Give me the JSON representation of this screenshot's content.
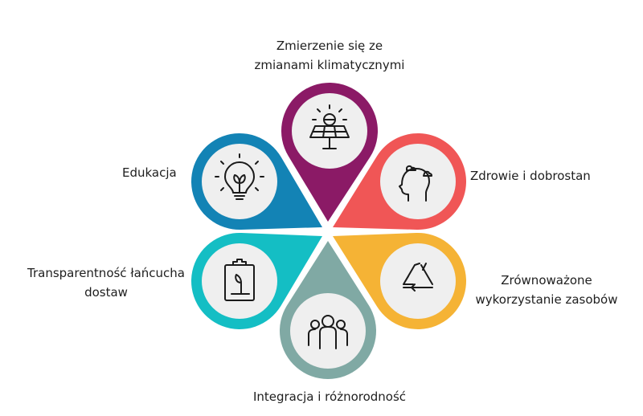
{
  "items": [
    {
      "id": "climate",
      "label_line1": "Zmierzenie się ze",
      "label_line2": "zmianami klimatycznymi",
      "color": "#8B1A66",
      "icon": "solar-panel-icon"
    },
    {
      "id": "health",
      "label_line1": "Zdrowie i dobrostan",
      "color": "#F05656",
      "icon": "head-mind-icon"
    },
    {
      "id": "resources",
      "label_line1": "Zrównoważone",
      "label_line2": "wykorzystanie zasobów",
      "color": "#F5B335",
      "icon": "recycle-icon"
    },
    {
      "id": "inclusion",
      "label_line1": "Integracja i różnorodność",
      "color": "#80A9A4",
      "icon": "people-group-icon"
    },
    {
      "id": "supply",
      "label_line1": "Transparentność łańcucha",
      "label_line2": "dostaw",
      "color": "#14BEC4",
      "icon": "clipboard-plant-icon"
    },
    {
      "id": "education",
      "label_line1": "Edukacja",
      "color": "#1383B5",
      "icon": "lightbulb-plant-icon"
    }
  ]
}
